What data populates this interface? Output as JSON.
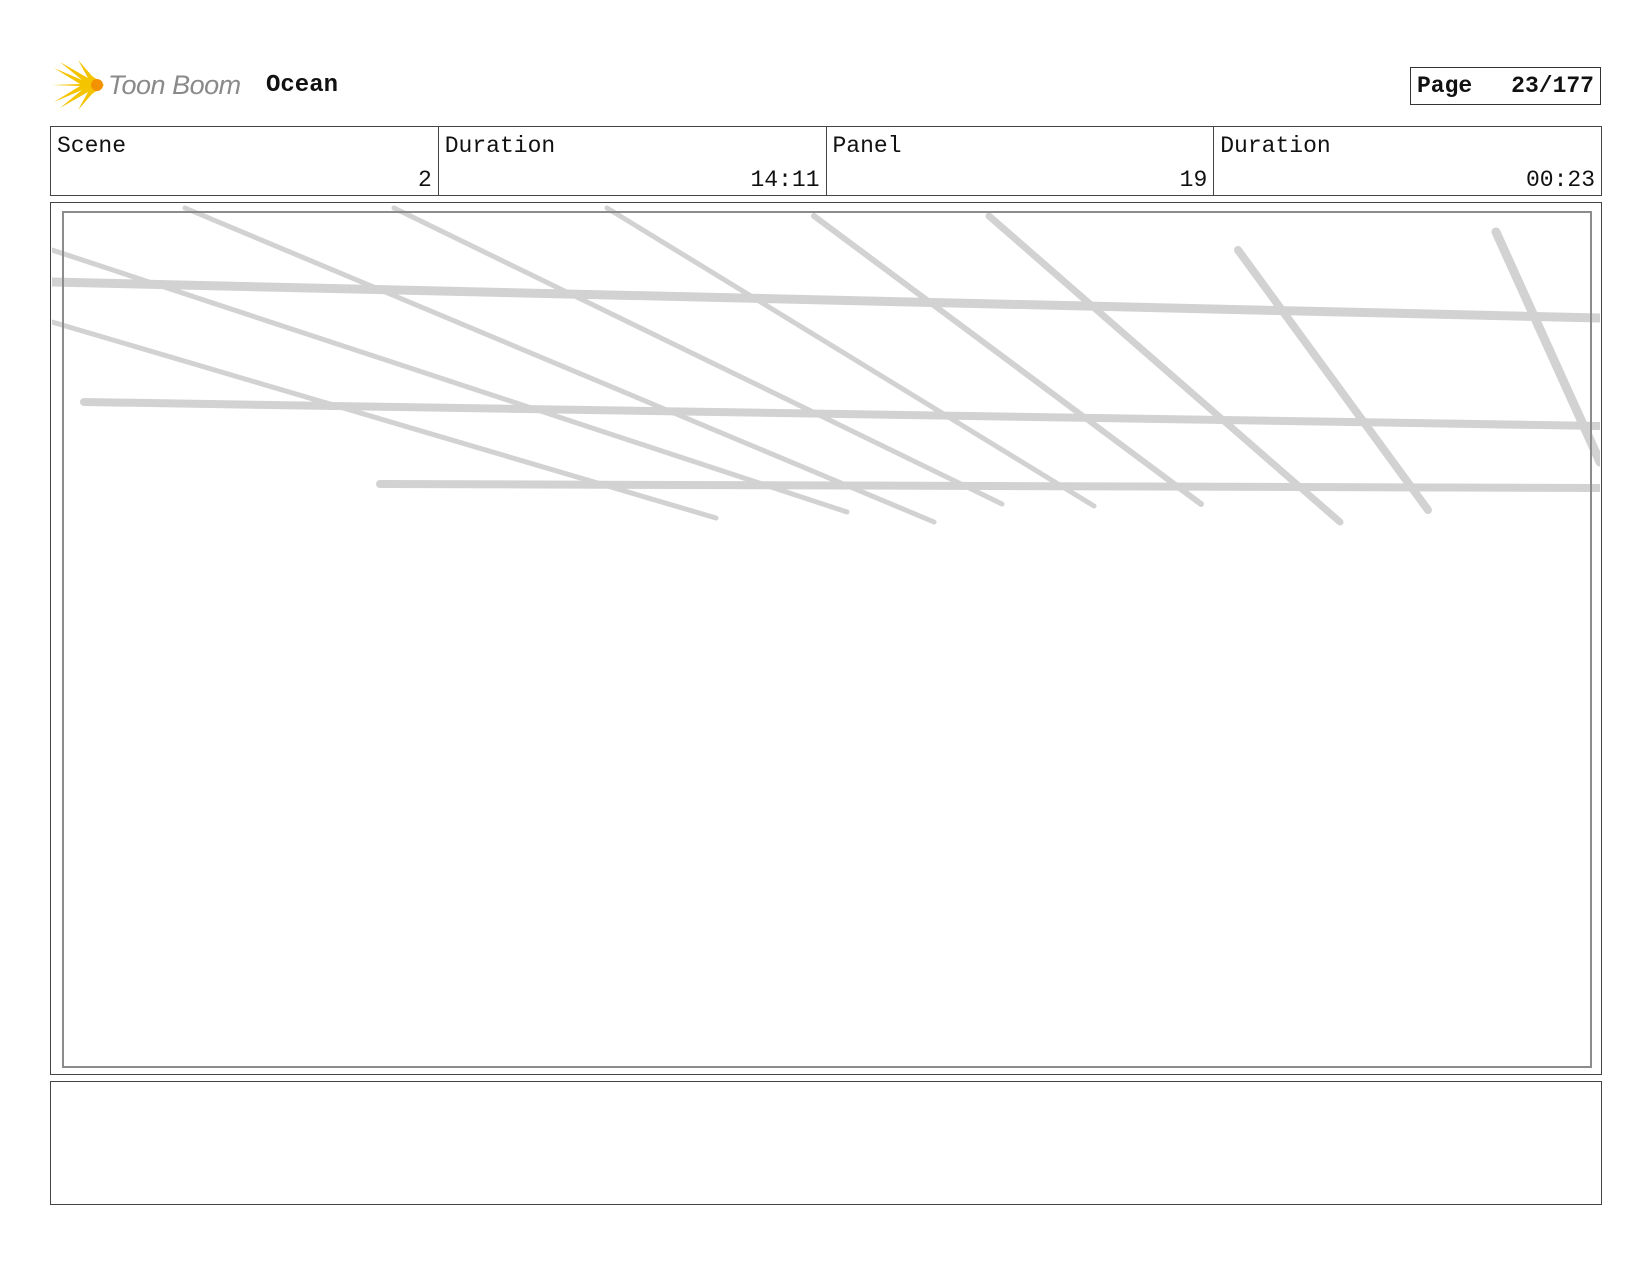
{
  "header": {
    "logo_text": "Toon Boom",
    "title": "Ocean",
    "page_label": "Page",
    "page_value": "23/177"
  },
  "info": {
    "scene_label": "Scene",
    "scene_value": "2",
    "scene_duration_label": "Duration",
    "scene_duration_value": "14:11",
    "panel_label": "Panel",
    "panel_value": "19",
    "panel_duration_label": "Duration",
    "panel_duration_value": "00:23"
  },
  "colors": {
    "logo_yellow": "#f5c400",
    "logo_orange": "#f29200",
    "sketch_gray": "#d2d2d2",
    "inner_frame": "#8c8c8c"
  }
}
